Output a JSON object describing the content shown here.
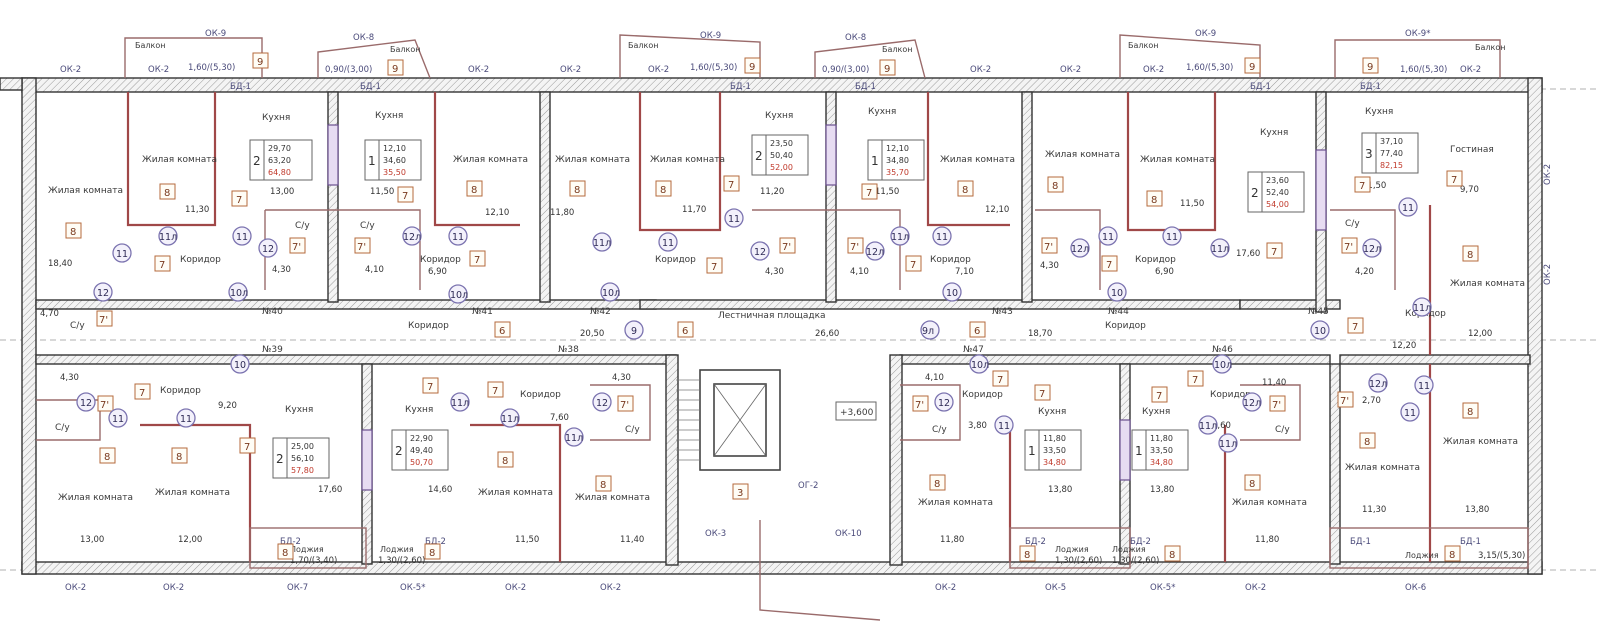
{
  "labels": {
    "balcony": "Балкон",
    "loggia": "Лоджия",
    "kitchen": "Кухня",
    "living": "Жилая комната",
    "corridor": "Коридор",
    "wc": "С/у",
    "guest": "Гостиная",
    "stair": "Лестничная площадка"
  },
  "top_tags": [
    "ОК-2",
    "ОК-9",
    "ОК-2",
    "1,60/(5,30)",
    "ОК-8",
    "0,90/(3,00)",
    "ОК-2",
    "ОК-2",
    "ОК-9",
    "ОК-2",
    "1,60/(5,30)",
    "ОК-8",
    "0,90/(3,00)",
    "ОК-2",
    "ОК-2",
    "ОК-9",
    "ОК-2",
    "1,60/(5,30)",
    "ОК-9*",
    "1,60/(5,30)",
    "ОК-2"
  ],
  "bottom_tags": [
    "ОК-2",
    "ОК-2",
    "ОК-7",
    "ОК-5*",
    "ОК-2",
    "ОК-2",
    "ОК-3",
    "ОК-10",
    "ОК-2",
    "ОК-5",
    "ОК-5*",
    "ОК-2",
    "ОК-6"
  ],
  "side_tags": [
    "ОК-2",
    "ОК-2"
  ],
  "door_tags": [
    "БД-1",
    "БД-1",
    "БД-1",
    "БД-1",
    "БД-1",
    "БД-1",
    "БД-2",
    "БД-1",
    "БД-2",
    "БД-2",
    "БД-2",
    "БД-1",
    "ОГ-2"
  ],
  "apartments": [
    {
      "num": "№40",
      "rooms": "2",
      "a": "29,70",
      "b": "63,20",
      "c": "64,80"
    },
    {
      "num": "№41",
      "rooms": "1",
      "a": "12,10",
      "b": "34,60",
      "c": "35,50"
    },
    {
      "num": "№42",
      "rooms": "2",
      "a": "23,50",
      "b": "50,40",
      "c": "52,00"
    },
    {
      "num": "№43",
      "rooms": "1",
      "a": "12,10",
      "b": "34,80",
      "c": "35,70"
    },
    {
      "num": "№44",
      "rooms": "2",
      "a": "23,60",
      "b": "52,40",
      "c": "54,00"
    },
    {
      "num": "№45",
      "rooms": "3",
      "a": "37,10",
      "b": "77,40",
      "c": "82,15"
    },
    {
      "num": "№39",
      "rooms": "2",
      "a": "25,00",
      "b": "56,10",
      "c": "57,80"
    },
    {
      "num": "№38",
      "rooms": "2",
      "a": "22,90",
      "b": "49,40",
      "c": "50,70"
    },
    {
      "num": "№47",
      "rooms": "1",
      "a": "11,80",
      "b": "33,50",
      "c": "34,80"
    },
    {
      "num": "№46",
      "rooms": "1",
      "a": "11,80",
      "b": "33,50",
      "c": "34,80"
    }
  ],
  "areas": [
    "18,40",
    "11,30",
    "13,00",
    "11,50",
    "12,10",
    "11,80",
    "11,70",
    "11,20",
    "11,50",
    "12,10",
    "11,50",
    "17,60",
    "9,70",
    "11,50",
    "4,30",
    "4,10",
    "6,90",
    "4,30",
    "4,10",
    "7,10",
    "4,30",
    "6,90",
    "4,20",
    "4,70",
    "20,50",
    "26,60",
    "18,70",
    "12,00",
    "12,20",
    "9,20",
    "17,60",
    "14,60",
    "7,60",
    "11,50",
    "11,40",
    "3,80",
    "13,80",
    "13,80",
    "3,60",
    "11,30",
    "13,80",
    "13,00",
    "12,00",
    "11,80",
    "11,80",
    "4,30",
    "4,30",
    "4,10",
    "2,70",
    "11,40",
    "1,70/(3,40)",
    "1,30/(2,60)",
    "1,30/(2,60)",
    "1,30/(2,60)",
    "3,15/(5,30)"
  ],
  "elevation": "+3,600",
  "numbers": [
    "8",
    "7",
    "9",
    "6",
    "3",
    "7'"
  ],
  "circles": [
    "11",
    "11л",
    "12",
    "12л",
    "10",
    "10л",
    "9",
    "9л"
  ]
}
